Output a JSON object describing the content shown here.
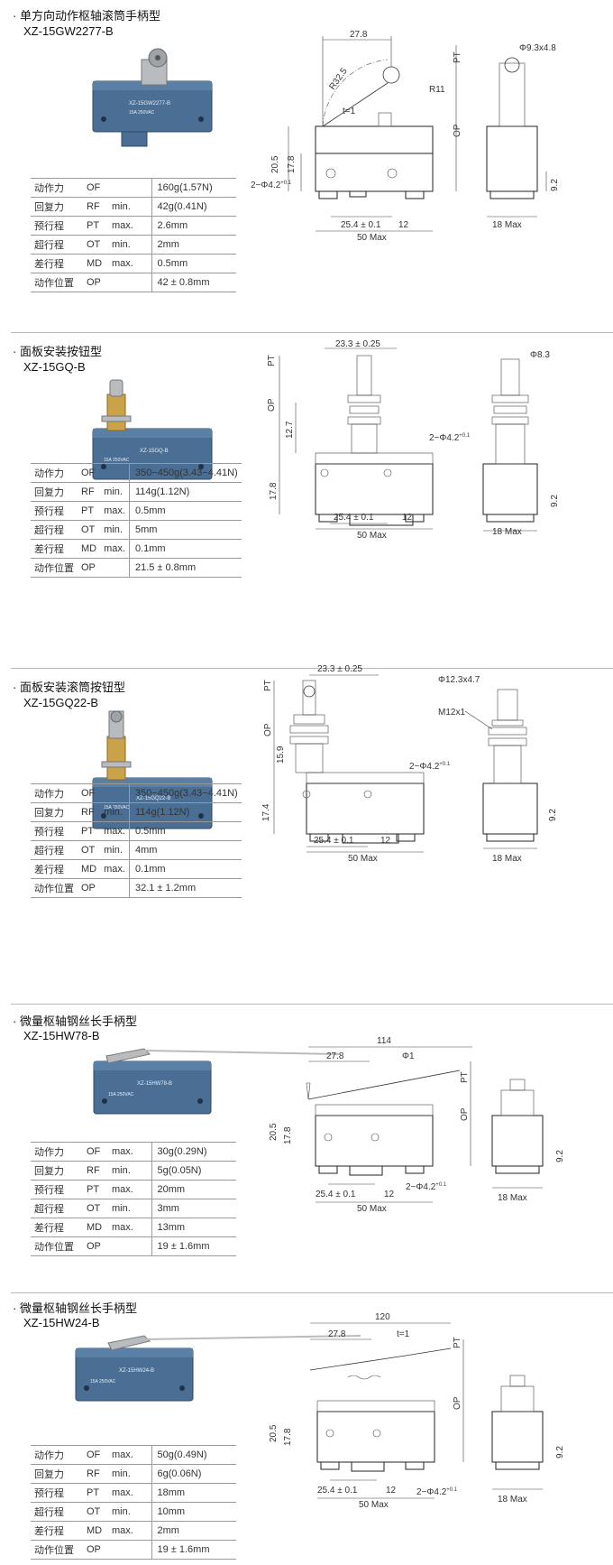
{
  "sections": [
    {
      "title": "单方向动作枢轴滚筒手柄型",
      "model": "XZ-15GW2277-B",
      "photo_text": [
        "XZ-15GW2277-B",
        "15A 250VAC"
      ],
      "specs": [
        {
          "name": "动作力",
          "code": "OF",
          "limit": "",
          "value": "160g(1.57N)"
        },
        {
          "name": "回复力",
          "code": "RF",
          "limit": "min.",
          "value": "42g(0.41N)"
        },
        {
          "name": "预行程",
          "code": "PT",
          "limit": "max.",
          "value": "2.6mm"
        },
        {
          "name": "超行程",
          "code": "OT",
          "limit": "min.",
          "value": "2mm"
        },
        {
          "name": "差行程",
          "code": "MD",
          "limit": "max.",
          "value": "0.5mm"
        },
        {
          "name": "动作位置",
          "code": "OP",
          "limit": "",
          "value": "42 ± 0.8mm"
        }
      ],
      "dims": {
        "a": "27.8",
        "b": "R32.5",
        "c": "R11",
        "d": "t=1",
        "e": "20.5",
        "f": "17.8",
        "g": "2−Φ4.2",
        "h": "25.4 ± 0.1",
        "i": "12",
        "j": "50 Max",
        "k": "PT",
        "l": "OP",
        "m": "Φ9.3x4.8",
        "n": "9.2",
        "o": "18 Max"
      }
    },
    {
      "title": "面板安装按钮型",
      "model": "XZ-15GQ-B",
      "photo_text": [
        "XZ-15GQ-B",
        "15A 250VAC"
      ],
      "specs": [
        {
          "name": "动作力",
          "code": "OF",
          "limit": "",
          "value": "350−450g(3.43−4.41N)"
        },
        {
          "name": "回复力",
          "code": "RF",
          "limit": "min.",
          "value": "114g(1.12N)"
        },
        {
          "name": "预行程",
          "code": "PT",
          "limit": "max.",
          "value": "0.5mm"
        },
        {
          "name": "超行程",
          "code": "OT",
          "limit": "min.",
          "value": "5mm"
        },
        {
          "name": "差行程",
          "code": "MD",
          "limit": "max.",
          "value": "0.1mm"
        },
        {
          "name": "动作位置",
          "code": "OP",
          "limit": "",
          "value": "21.5 ± 0.8mm"
        }
      ],
      "dims": {
        "a": "23.3 ± 0.25",
        "b": "PT",
        "c": "OP",
        "d": "12.7",
        "e": "17.8",
        "f": "2−Φ4.2",
        "g": "25.4 ± 0.1",
        "h": "12",
        "i": "50 Max",
        "j": "Φ8.3",
        "k": "9.2",
        "l": "18 Max"
      }
    },
    {
      "title": "面板安装滚筒按钮型",
      "model": "XZ-15GQ22-B",
      "photo_text": [
        "XZ-15GQ22-B",
        "15A 250VAC"
      ],
      "specs": [
        {
          "name": "动作力",
          "code": "OF",
          "limit": "",
          "value": "350−450g(3.43−4.41N)"
        },
        {
          "name": "回复力",
          "code": "RF",
          "limit": "min.",
          "value": "114g(1.12N)"
        },
        {
          "name": "预行程",
          "code": "PT",
          "limit": "max.",
          "value": "0.5mm"
        },
        {
          "name": "超行程",
          "code": "OT",
          "limit": "min.",
          "value": "4mm"
        },
        {
          "name": "差行程",
          "code": "MD",
          "limit": "max.",
          "value": "0.1mm"
        },
        {
          "name": "动作位置",
          "code": "OP",
          "limit": "",
          "value": "32.1 ± 1.2mm"
        }
      ],
      "dims": {
        "a": "23.3 ± 0.25",
        "b": "PT",
        "c": "OP",
        "d": "15.9",
        "e": "17.4",
        "f": "2−Φ4.2",
        "g": "25.4 ± 0.1",
        "h": "12",
        "i": "50 Max",
        "j": "Φ12.3x4.7",
        "k": "M12x1",
        "l": "9.2",
        "m": "18 Max"
      }
    },
    {
      "title": "微量枢轴钢丝长手柄型",
      "model": "XZ-15HW78-B",
      "photo_text": [
        "XZ-15HW78-B",
        "15A 250VAC"
      ],
      "specs": [
        {
          "name": "动作力",
          "code": "OF",
          "limit": "max.",
          "value": "30g(0.29N)"
        },
        {
          "name": "回复力",
          "code": "RF",
          "limit": "min.",
          "value": "5g(0.05N)"
        },
        {
          "name": "预行程",
          "code": "PT",
          "limit": "max.",
          "value": "20mm"
        },
        {
          "name": "超行程",
          "code": "OT",
          "limit": "min.",
          "value": "3mm"
        },
        {
          "name": "差行程",
          "code": "MD",
          "limit": "max.",
          "value": "13mm"
        },
        {
          "name": "动作位置",
          "code": "OP",
          "limit": "",
          "value": "19 ± 1.6mm"
        }
      ],
      "dims": {
        "a": "114",
        "b": "27.8",
        "c": "Φ1",
        "d": "PT",
        "e": "OP",
        "f": "20.5",
        "g": "17.8",
        "h": "2−Φ4.2",
        "i": "25.4 ± 0.1",
        "j": "12",
        "k": "50 Max",
        "l": "9.2",
        "m": "18 Max"
      }
    },
    {
      "title": "微量枢轴钢丝长手柄型",
      "model": "XZ-15HW24-B",
      "photo_text": [
        "XZ-15HW24-B",
        "15A 250VAC"
      ],
      "specs": [
        {
          "name": "动作力",
          "code": "OF",
          "limit": "max.",
          "value": "50g(0.49N)"
        },
        {
          "name": "回复力",
          "code": "RF",
          "limit": "min.",
          "value": "6g(0.06N)"
        },
        {
          "name": "预行程",
          "code": "PT",
          "limit": "max.",
          "value": "18mm"
        },
        {
          "name": "超行程",
          "code": "OT",
          "limit": "min.",
          "value": "10mm"
        },
        {
          "name": "差行程",
          "code": "MD",
          "limit": "max.",
          "value": "2mm"
        },
        {
          "name": "动作位置",
          "code": "OP",
          "limit": "",
          "value": "19 ± 1.6mm"
        }
      ],
      "dims": {
        "a": "120",
        "b": "27.8",
        "c": "t=1",
        "d": "PT",
        "e": "OP",
        "f": "20.5",
        "g": "17.8",
        "h": "2−Φ4.2",
        "i": "25.4 ± 0.1",
        "j": "12",
        "k": "50 Max",
        "l": "9.2",
        "m": "18 Max"
      }
    }
  ],
  "tolerance": {
    "upper": "+0.1",
    "lower": "0"
  },
  "colors": {
    "switch_body": "#4a6e94",
    "switch_dark": "#2f4a66",
    "brass": "#c9a24a",
    "steel": "#b9bcbf"
  }
}
